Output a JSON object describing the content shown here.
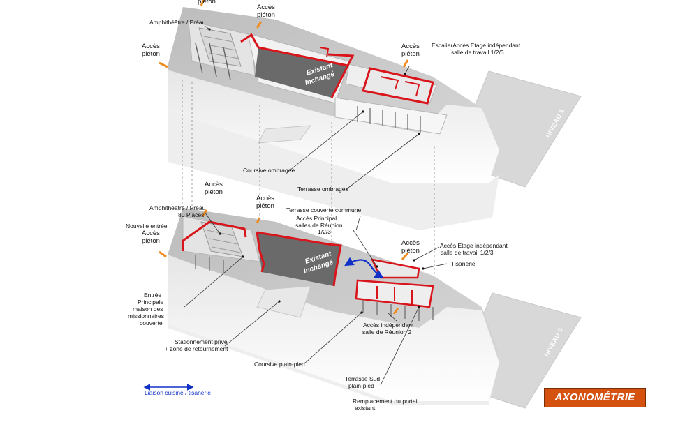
{
  "title_badge": "AXONOMÉTRIE",
  "levels": {
    "upper": "NIVEAU 1",
    "lower": "NIVEAU 0"
  },
  "legend": {
    "label": "Liaison cuisine / tisanerie"
  },
  "upper_labels": {
    "acces_top_left": "piéton",
    "acces_top_mid_1": "Accès",
    "acces_top_mid_2": "piéton",
    "acces_left_1": "Accès",
    "acces_left_2": "piéton",
    "acces_right_1": "Accès",
    "acces_right_2": "piéton",
    "amphi": "Amphithéâtre /  Préau",
    "escalier_1": "EscalierAccès Etage indépendant",
    "escalier_2": "salle de travail 1/2/3",
    "existant_1": "Existant",
    "existant_2": "Inchangé",
    "coursive": "Coursive ombragée",
    "terrasse": "Terrasse ombragée"
  },
  "lower_labels": {
    "acces_a_1": "Accès",
    "acces_a_2": "piéton",
    "acces_b_1": "Accès",
    "acces_b_2": "piéton",
    "amphi_1": "Amphithéâtre /  Préau",
    "amphi_2": "80 Places",
    "nouvelle_entree": "Nouvelle entrée",
    "acces_c_1": "Accès",
    "acces_c_2": "piéton",
    "terrasse_couverte": "Terrasse couverte commune",
    "acces_principal_1": "Accès Principal",
    "acces_principal_2": "salles de Réunion",
    "acces_principal_3": "1/2/3",
    "acces_d_1": "Accès",
    "acces_d_2": "piéton",
    "acces_etage_1": "Accès Etage indépendant",
    "acces_etage_2": "salle de travail 1/2/3",
    "tisanerie": "Tisanerie",
    "existant_1": "Existant",
    "existant_2": "Inchangé",
    "entree_1": "Entrée",
    "entree_2": "Principale",
    "entree_3": "maison des",
    "entree_4": "missionnaires",
    "entree_5": "couverte",
    "acces_reunion_1": "Accès indépendant",
    "acces_reunion_2": "salle de Réunion 2",
    "stationnement_1": "Stationnement privé",
    "stationnement_2": "+ zone de retournement",
    "coursive": "Coursive plain-pied",
    "terrasse_sud_1": "Terrasse Sud",
    "terrasse_sud_2": "plain-pied",
    "portail_1": "Remplacement du portail",
    "portail_2": "existant"
  },
  "colors": {
    "wall_red": "#d9141b",
    "access_orange": "#f08c1e",
    "link_blue": "#1030c8",
    "badge": "#d4510f"
  }
}
